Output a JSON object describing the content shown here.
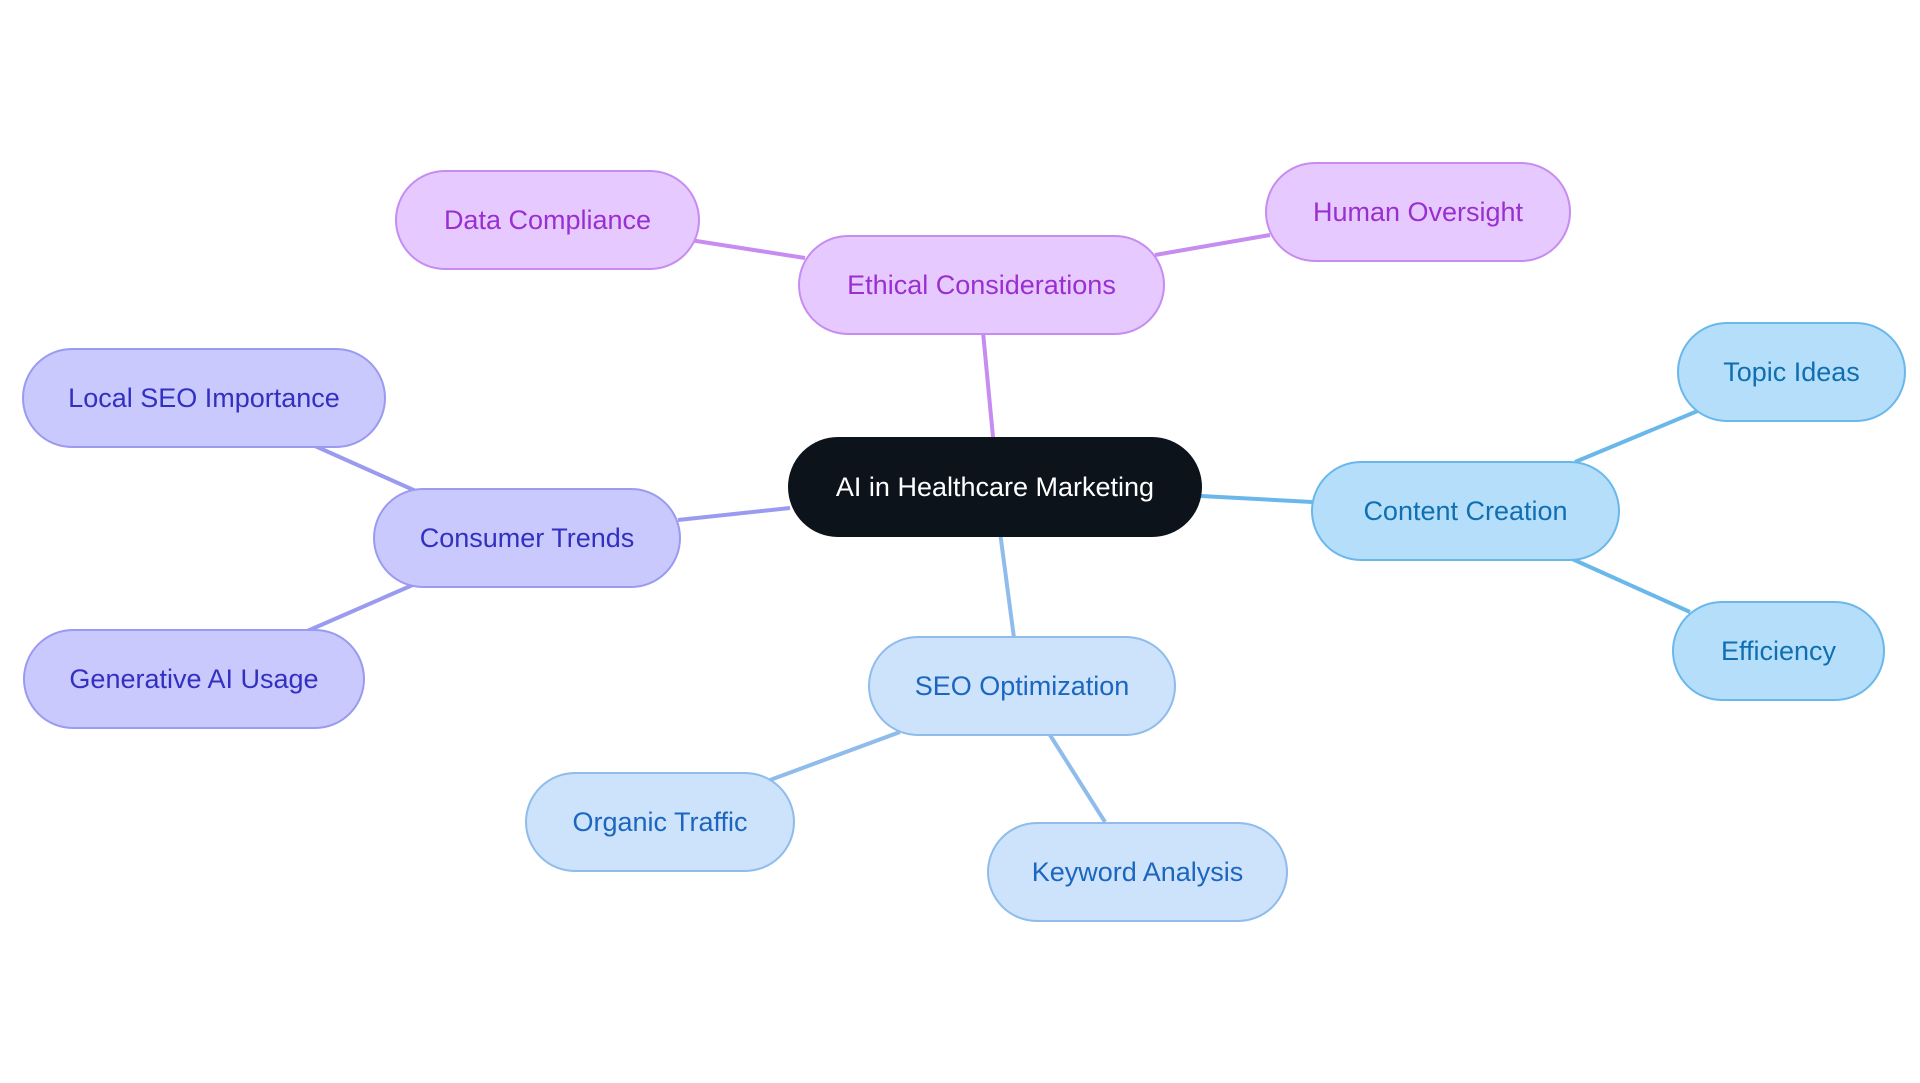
{
  "diagram": {
    "root": {
      "label": "AI in Healthcare Marketing",
      "color": "#0d131b"
    },
    "branches": [
      {
        "label": "Ethical Considerations",
        "fill": "#e6caff",
        "edge_color": "#c68cf0",
        "children": [
          {
            "label": "Data Compliance"
          },
          {
            "label": "Human Oversight"
          }
        ]
      },
      {
        "label": "Consumer Trends",
        "fill": "#c9c9fd",
        "edge_color": "#9a9af0",
        "children": [
          {
            "label": "Local SEO Importance"
          },
          {
            "label": "Generative AI Usage"
          }
        ]
      },
      {
        "label": "Content Creation",
        "fill": "#b5defb",
        "edge_color": "#6ab8ea",
        "children": [
          {
            "label": "Topic Ideas"
          },
          {
            "label": "Efficiency"
          }
        ]
      },
      {
        "label": "SEO Optimization",
        "fill": "#cde2fb",
        "edge_color": "#8fbcea",
        "children": [
          {
            "label": "Organic Traffic"
          },
          {
            "label": "Keyword Analysis"
          }
        ]
      }
    ]
  }
}
